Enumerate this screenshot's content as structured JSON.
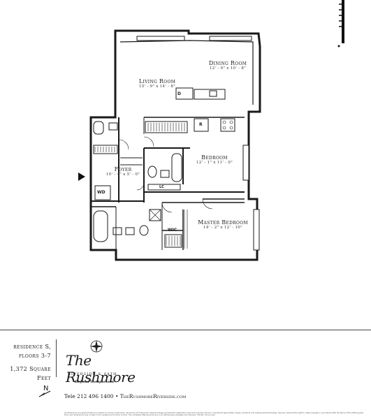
{
  "rooms": {
    "dining": {
      "name": "Dining Room",
      "dims": "12' - 0\" x 10' - 8\""
    },
    "living": {
      "name": "Living Room",
      "dims": "15' - 9\" x 14' - 8\""
    },
    "bedroom": {
      "name": "Bedroom",
      "dims": "12' - 1\" x 11' - 0\""
    },
    "foyer": {
      "name": "Foyer",
      "dims": "10' - 4\" x 5' - 0\""
    },
    "master": {
      "name": "Master Bedroom",
      "dims": "14' - 2\" x 12' - 10\""
    }
  },
  "fixtures": {
    "dishwasher": "D",
    "refrigerator": "R",
    "washer_dryer": "WD",
    "linen_closet": "LC",
    "walk_in_closet": "WIC"
  },
  "residence": {
    "line1": "residence S,",
    "line2": "floors 3-7",
    "area": "1,372 Square Feet"
  },
  "brand": {
    "name": "The Rushmore",
    "location": "RIVERSIDE & 64TH",
    "tagline": "Beyond Comparison"
  },
  "contact": {
    "phone": "Tele 212 496 1400",
    "separator": " • ",
    "website": "TheRushmoreRiverside.com"
  },
  "compass": {
    "label": "N"
  },
  "disclaimer": "All dimensions are approximate and subject to normal construction variances and tolerances. Square footage exceeds the usable floor area and includes columns, mechanical pipe shafts, chases, ductwork and outside wall thicknesses. Sponsor reserves the right to make changes in accordance with the terms of the offering plan. Floor and dimensions may contain minor variations from floor to floor. The complete offering terms are in an offering plan available from Sponsor. File No. CD-xx-xxxx."
}
